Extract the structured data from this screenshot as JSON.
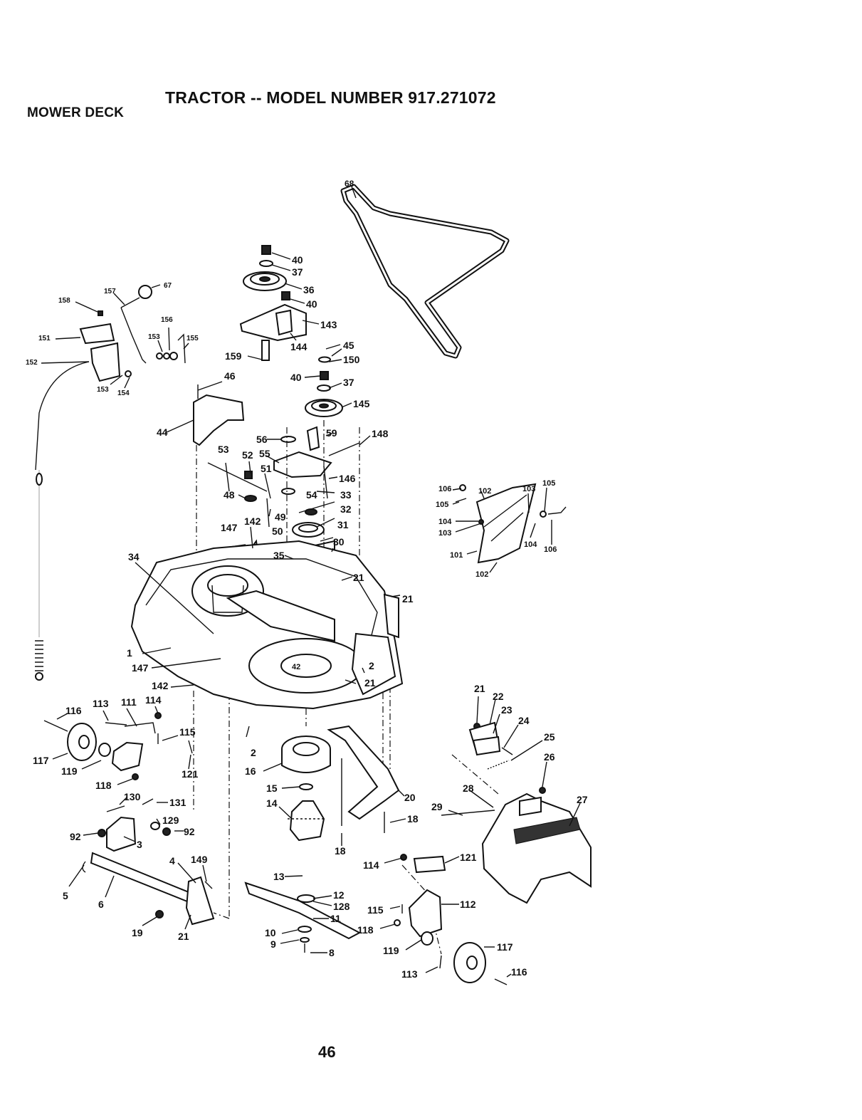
{
  "header": {
    "title": "TRACTOR -- MODEL NUMBER 917.271072",
    "section": "MOWER DECK"
  },
  "page_number": "46",
  "decals": {
    "deck_decal": "42"
  },
  "callouts": {
    "c1": "1",
    "c2a": "2",
    "c2b": "2",
    "c3": "3",
    "c4": "4",
    "c5": "5",
    "c6": "6",
    "c8": "8",
    "c9": "9",
    "c10": "10",
    "c11": "11",
    "c12": "12",
    "c13": "13",
    "c14": "14",
    "c15": "15",
    "c16": "16",
    "c18a": "18",
    "c18b": "18",
    "c19": "19",
    "c20": "20",
    "c21a": "21",
    "c21b": "21",
    "c21c": "21",
    "c21d": "21",
    "c21e": "21",
    "c22": "22",
    "c23": "23",
    "c24": "24",
    "c25": "25",
    "c26": "26",
    "c27": "27",
    "c28": "28",
    "c29": "29",
    "c30": "30",
    "c31": "31",
    "c32": "32",
    "c33": "33",
    "c34": "34",
    "c35": "35",
    "c36": "36",
    "c37a": "37",
    "c37b": "37",
    "c40a": "40",
    "c40b": "40",
    "c40c": "40",
    "c44": "44",
    "c45": "45",
    "c46": "46",
    "c48": "48",
    "c49": "49",
    "c50": "50",
    "c51": "51",
    "c52": "52",
    "c53": "53",
    "c54": "54",
    "c55": "55",
    "c56": "56",
    "c59": "59",
    "c67": "67",
    "c68": "68",
    "c101": "101",
    "c102a": "102",
    "c102b": "102",
    "c103a": "103",
    "c103b": "103",
    "c104a": "104",
    "c104b": "104",
    "c105a": "105",
    "c105b": "105",
    "c106a": "106",
    "c106b": "106",
    "c111": "111",
    "c112": "112",
    "c113a": "113",
    "c113b": "113",
    "c114a": "114",
    "c114b": "114",
    "c115a": "115",
    "c115b": "115",
    "c116a": "116",
    "c116b": "116",
    "c117a": "117",
    "c117b": "117",
    "c118a": "118",
    "c118b": "118",
    "c119a": "119",
    "c119b": "119",
    "c121a": "121",
    "c121b": "121",
    "c128": "128",
    "c129": "129",
    "c130": "130",
    "c131": "131",
    "c142a": "142",
    "c142b": "142",
    "c143": "143",
    "c144": "144",
    "c145": "145",
    "c146": "146",
    "c147a": "147",
    "c147b": "147",
    "c148": "148",
    "c149": "149",
    "c150": "150",
    "c151": "151",
    "c152": "152",
    "c153a": "153",
    "c153b": "153",
    "c154": "154",
    "c155": "155",
    "c156": "156",
    "c157": "157",
    "c158": "158",
    "c159": "159",
    "c92a": "92",
    "c92b": "92"
  }
}
